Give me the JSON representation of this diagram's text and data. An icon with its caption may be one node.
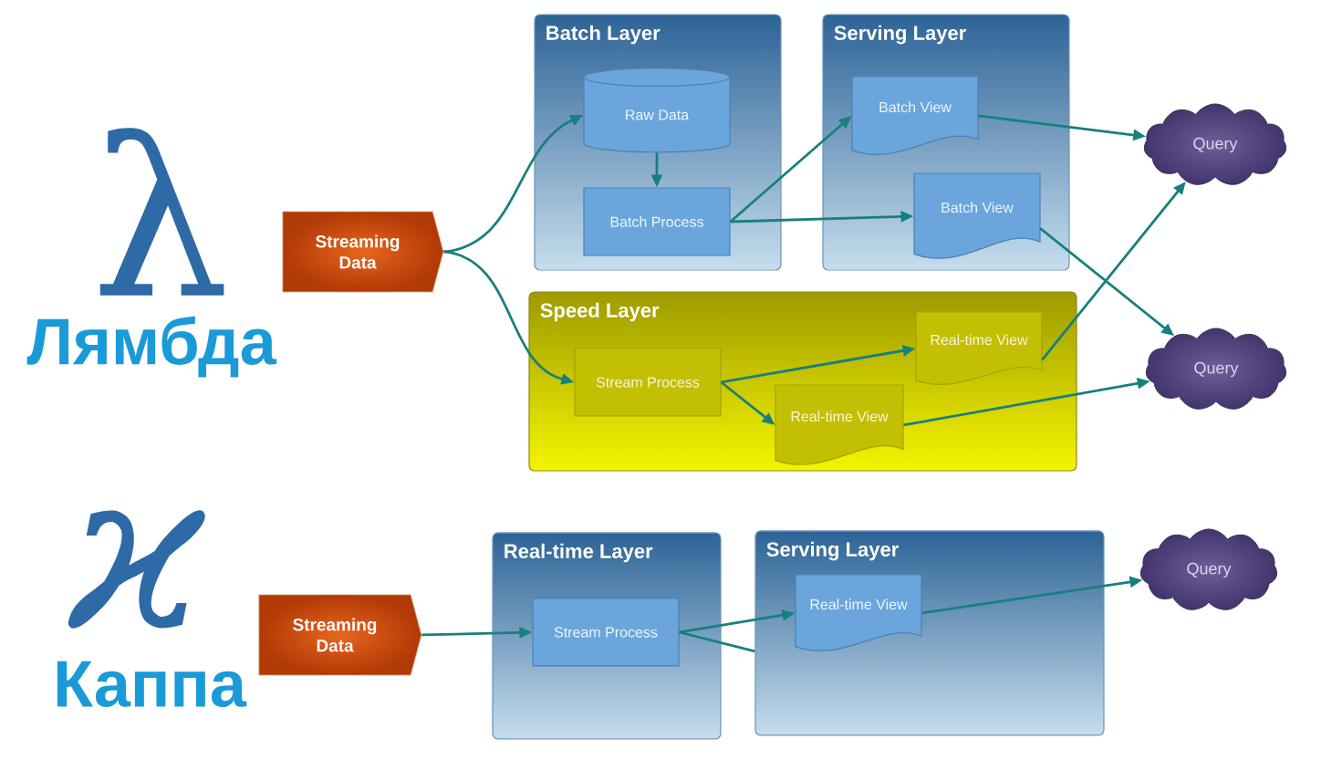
{
  "diagram": {
    "nodes": [
      {
        "text": [
          "Streaming Data"
        ]
      },
      {
        "text": [
          "Batch Layer"
        ]
      },
      {
        "text": [
          "Raw Data"
        ],
        "in": 1
      },
      {
        "text": [
          "Batch Process"
        ],
        "in": 1
      },
      {
        "text": [
          "Serving Layer"
        ]
      },
      {
        "text": [
          "Batch View"
        ],
        "in": 4
      },
      {
        "text": [
          "Batch View"
        ],
        "in": 4
      },
      {
        "text": [
          "Query"
        ]
      },
      {
        "text": [
          "Speed Layer"
        ]
      },
      {
        "text": [
          "Stream Process"
        ],
        "in": 8
      },
      {
        "text": [
          "Real-time View"
        ],
        "in": 8
      },
      {
        "text": [
          "Real-time View"
        ],
        "in": 8
      },
      {
        "text": [
          "Query"
        ]
      },
      {
        "text": [
          "Streaming Data"
        ]
      },
      {
        "text": [
          "Real-time Layer"
        ]
      },
      {
        "text": [
          "Stream Process"
        ],
        "in": 14
      },
      {
        "text": [
          "Serving Layer"
        ]
      },
      {
        "text": [
          "Real-time View"
        ],
        "in": 16
      },
      {
        "text": [
          "Query"
        ]
      }
    ],
    "edges": [
      {
        "from": 0,
        "to": 2,
        "arrow": "to"
      },
      {
        "from": 0,
        "to": 9,
        "arrow": "to"
      },
      {
        "from": 2,
        "to": 3,
        "arrow": "to"
      },
      {
        "from": 3,
        "to": 5,
        "arrow": "to"
      },
      {
        "from": 3,
        "to": 6,
        "arrow": "to"
      },
      {
        "from": 5,
        "to": 7,
        "arrow": "to"
      },
      {
        "from": 6,
        "to": 12,
        "arrow": "to"
      },
      {
        "from": 9,
        "to": 10,
        "arrow": "to"
      },
      {
        "from": 9,
        "to": 11,
        "arrow": "to"
      },
      {
        "from": 10,
        "to": 7,
        "arrow": "to"
      },
      {
        "from": 11,
        "to": 12,
        "arrow": "to"
      },
      {
        "from": 13,
        "to": 15,
        "arrow": "to"
      },
      {
        "from": 15,
        "to": 17,
        "arrow": "to"
      },
      {
        "from": 15,
        "to": 16,
        "arrow": "none"
      },
      {
        "from": 17,
        "to": 18,
        "arrow": "to"
      }
    ],
    "labels": [
      "λ",
      "Лямбда",
      "ϰ",
      "Каппа"
    ]
  }
}
